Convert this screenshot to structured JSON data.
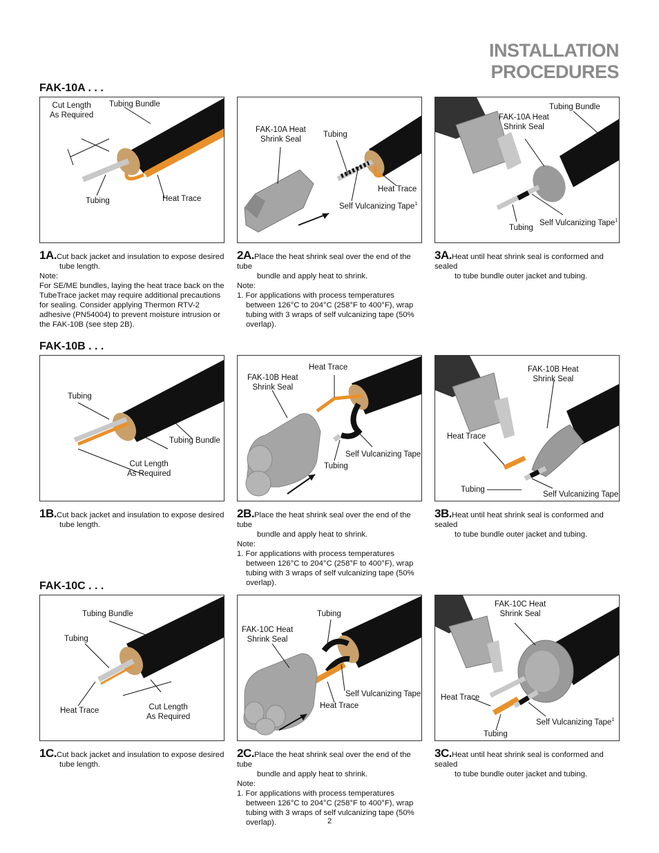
{
  "page_title": "INSTALLATION PROCEDURES",
  "sections": [
    {
      "title": "FAK-10A . . .",
      "panels": [
        {
          "labels": [
            "Cut Length\nAs Required",
            "Tubing Bundle",
            "Tubing",
            "Heat Trace"
          ]
        },
        {
          "labels": [
            "FAK-10A Heat\nShrink Seal",
            "Tubing",
            "Heat Trace",
            "Self Vulcanizing Tape"
          ]
        },
        {
          "labels": [
            "Tubing Bundle",
            "FAK-10A Heat\nShrink Seal",
            "Self Vulcanizing Tape",
            "Tubing"
          ]
        }
      ],
      "steps": [
        {
          "num": "1A.",
          "text_first": "Cut back jacket and insulation to expose desired",
          "text_cont": "tube length.",
          "note_label": "Note:",
          "note_lines": [
            "For SE/ME bundles, laying the heat trace back on the TubeTrace jacket may require additional precautions for sealing. Consider applying Thermon RTV-2 adhesive (PN54004) to prevent moisture intrusion or the FAK-10B (see step 2B)."
          ]
        },
        {
          "num": "2A.",
          "text_first": "Place the heat shrink seal over the end of the tube",
          "text_cont": "bundle and apply heat to shrink.",
          "note_label": "Note:",
          "note_lines": [
            "1. For applications with process temperatures between 126°C to 204°C (258°F to 400°F), wrap tubing with 3 wraps of self vulcanizing tape (50% overlap)."
          ]
        },
        {
          "num": "3A.",
          "text_first": "Heat until heat shrink seal is conformed and sealed",
          "text_cont": "to tube bundle outer jacket and tubing.",
          "note_label": "",
          "note_lines": []
        }
      ]
    },
    {
      "title": "FAK-10B . . .",
      "panels": [
        {
          "labels": [
            "Tubing",
            "Tubing Bundle",
            "Cut Length\nAs Required"
          ]
        },
        {
          "labels": [
            "Heat Trace",
            "FAK-10B Heat\nShrink Seal",
            "Self Vulcanizing Tape",
            "Tubing"
          ]
        },
        {
          "labels": [
            "FAK-10B Heat\nShrink Seal",
            "Heat Trace",
            "Tubing",
            "Self Vulcanizing Tape"
          ]
        }
      ],
      "steps": [
        {
          "num": "1B.",
          "text_first": "Cut back jacket and insulation to expose desired",
          "text_cont": "tube length.",
          "note_label": "",
          "note_lines": []
        },
        {
          "num": "2B.",
          "text_first": "Place the heat shrink seal over the end of the tube",
          "text_cont": "bundle and apply heat to shrink.",
          "note_label": "Note:",
          "note_lines": [
            "1. For applications with process temperatures between 126°C to 204°C (258°F to 400°F), wrap tubing with 3 wraps of self vulcanizing tape (50% overlap)."
          ]
        },
        {
          "num": "3B.",
          "text_first": "Heat until heat shrink seal is conformed and sealed",
          "text_cont": "to tube bundle outer jacket and tubing.",
          "note_label": "",
          "note_lines": []
        }
      ]
    },
    {
      "title": "FAK-10C . . .",
      "panels": [
        {
          "labels": [
            "Tubing Bundle",
            "Tubing",
            "Heat Trace",
            "Cut Length\nAs Required"
          ]
        },
        {
          "labels": [
            "Tubing",
            "FAK-10C Heat\nShrink Seal",
            "Self Vulcanizing Tape",
            "Heat Trace"
          ]
        },
        {
          "labels": [
            "FAK-10C Heat\nShrink Seal",
            "Heat Trace",
            "Self Vulcanizing Tape",
            "Tubing"
          ]
        }
      ],
      "steps": [
        {
          "num": "1C.",
          "text_first": "Cut back jacket and insulation to expose desired",
          "text_cont": "tube length.",
          "note_label": "",
          "note_lines": []
        },
        {
          "num": "2C.",
          "text_first": "Place the heat shrink seal over the end of the tube",
          "text_cont": "bundle and apply heat to shrink.",
          "note_label": "Note:",
          "note_lines": [
            "1. For applications with process temperatures between 126°C to 204°C (258°F to 400°F), wrap tubing with 3 wraps of self vulcanizing tape (50% overlap)."
          ]
        },
        {
          "num": "3C.",
          "text_first": "Heat until heat shrink seal is conformed and sealed",
          "text_cont": "to tube bundle outer jacket and tubing.",
          "note_label": "",
          "note_lines": []
        }
      ]
    }
  ],
  "footnote_marker": "1",
  "page_number": "2",
  "colors": {
    "title_gray": "#8b8b8b",
    "jacket": "#111111",
    "heat_trace": "#e8912a",
    "tubing": "#c8c8c8",
    "insulation": "#c9a06a",
    "seal": "#9a9a9a"
  }
}
